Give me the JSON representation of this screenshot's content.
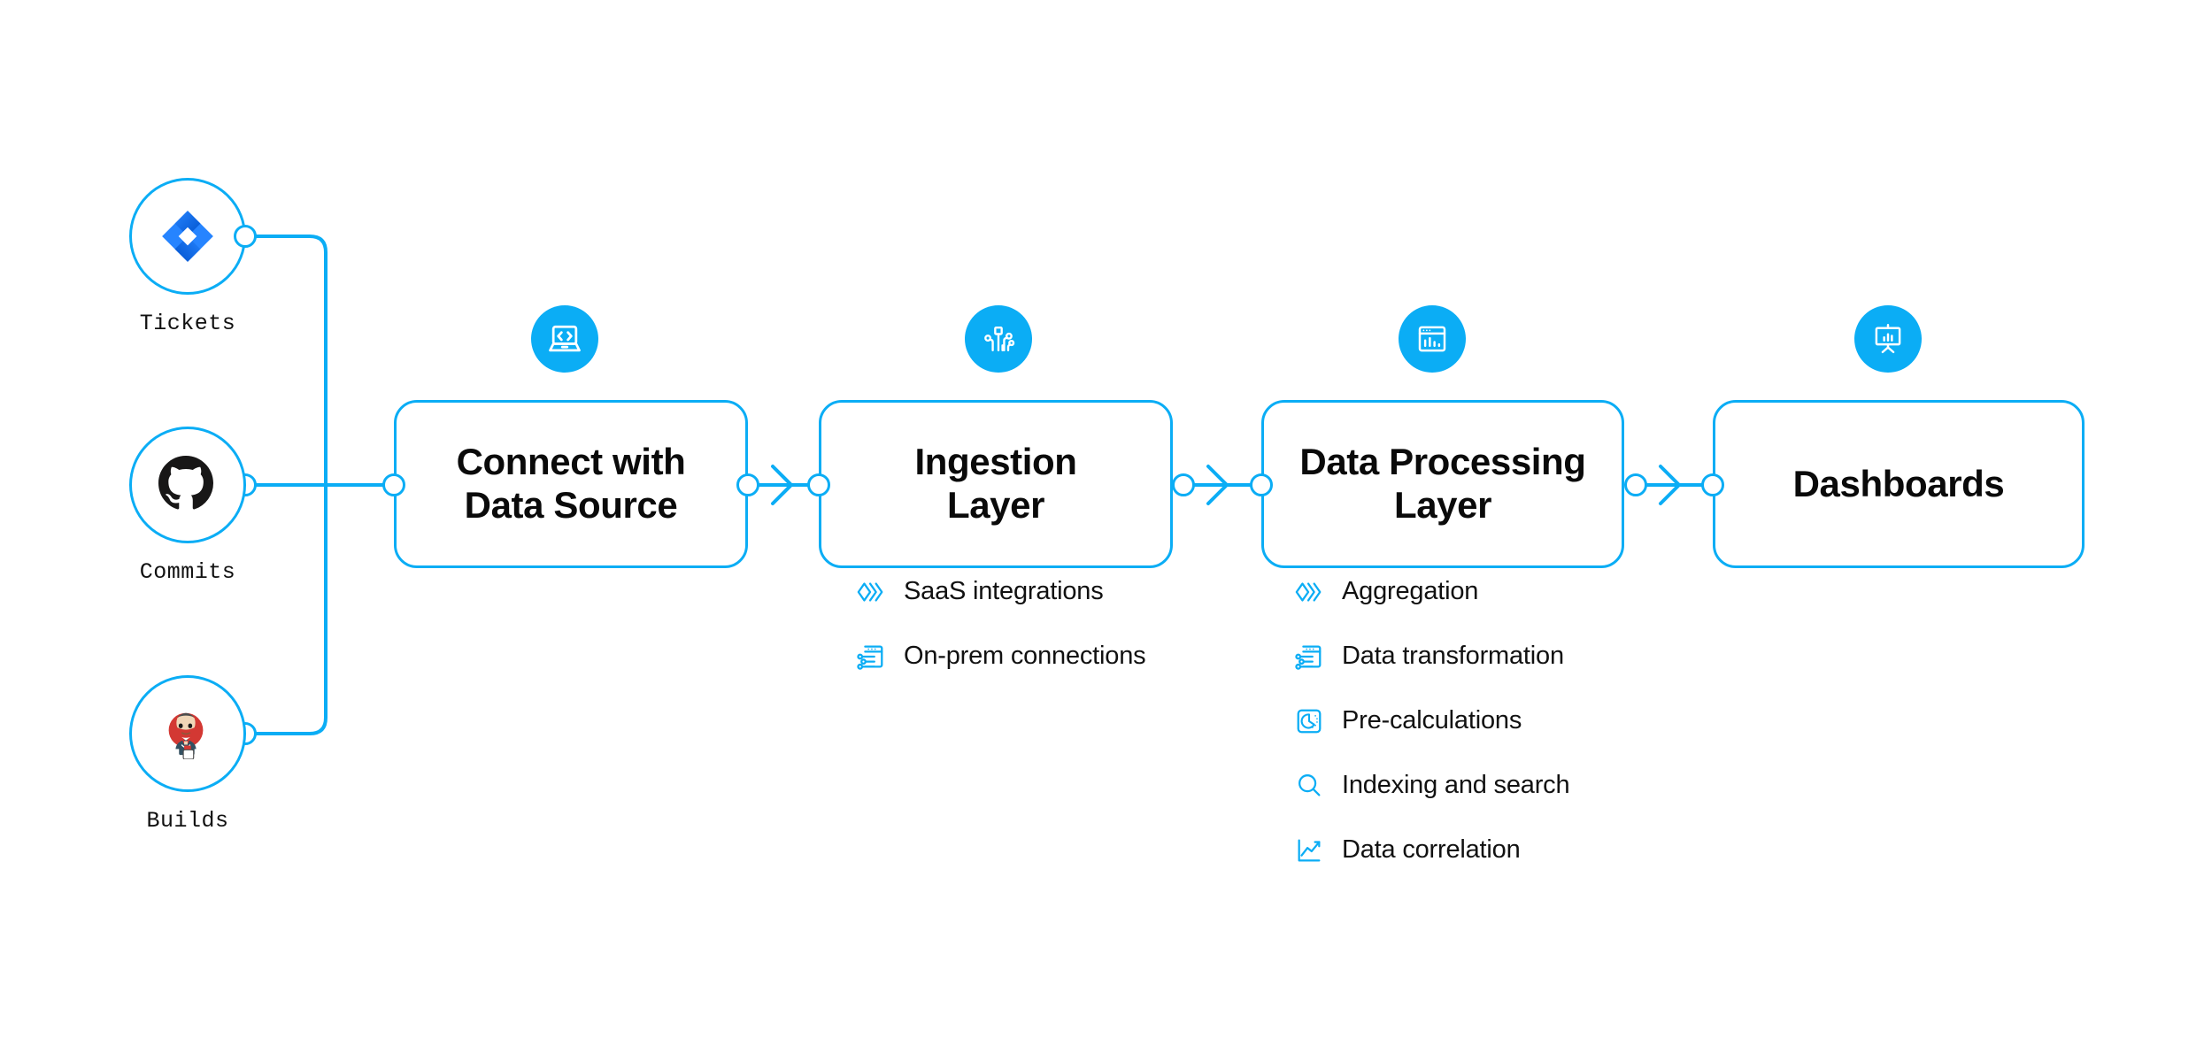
{
  "colors": {
    "accent": "#0BADF5",
    "text": "#111111",
    "background": "#FFFFFF",
    "jira_blue": "#2684FF",
    "github_black": "#181717",
    "jenkins_red": "#D33833"
  },
  "sources": [
    {
      "label": "Tickets",
      "icon": "jira-logo"
    },
    {
      "label": "Commits",
      "icon": "github-logo"
    },
    {
      "label": "Builds",
      "icon": "jenkins-logo"
    }
  ],
  "stages": [
    {
      "title": "Connect with Data Source",
      "title_line1": "Connect with",
      "title_line2": "Data Source",
      "icon": "laptop-code-icon",
      "features": []
    },
    {
      "title": "Ingestion Layer",
      "title_line1": "Ingestion",
      "title_line2": "Layer",
      "icon": "circuit-nodes-icon",
      "features": [
        {
          "label": "SaaS integrations",
          "icon": "stacked-chevrons-icon"
        },
        {
          "label": "On-prem connections",
          "icon": "window-sliders-icon"
        }
      ]
    },
    {
      "title": "Data Processing Layer",
      "title_line1": "Data Processing",
      "title_line2": "Layer",
      "icon": "window-chart-icon",
      "features": [
        {
          "label": "Aggregation",
          "icon": "stacked-chevrons-icon"
        },
        {
          "label": "Data transformation",
          "icon": "window-sliders-icon"
        },
        {
          "label": "Pre-calculations",
          "icon": "gauge-square-icon"
        },
        {
          "label": "Indexing and search",
          "icon": "magnifier-icon"
        },
        {
          "label": "Data correlation",
          "icon": "line-chart-icon"
        }
      ]
    },
    {
      "title": "Dashboards",
      "title_line1": "Dashboards",
      "title_line2": "",
      "icon": "presentation-chart-icon",
      "features": []
    }
  ]
}
